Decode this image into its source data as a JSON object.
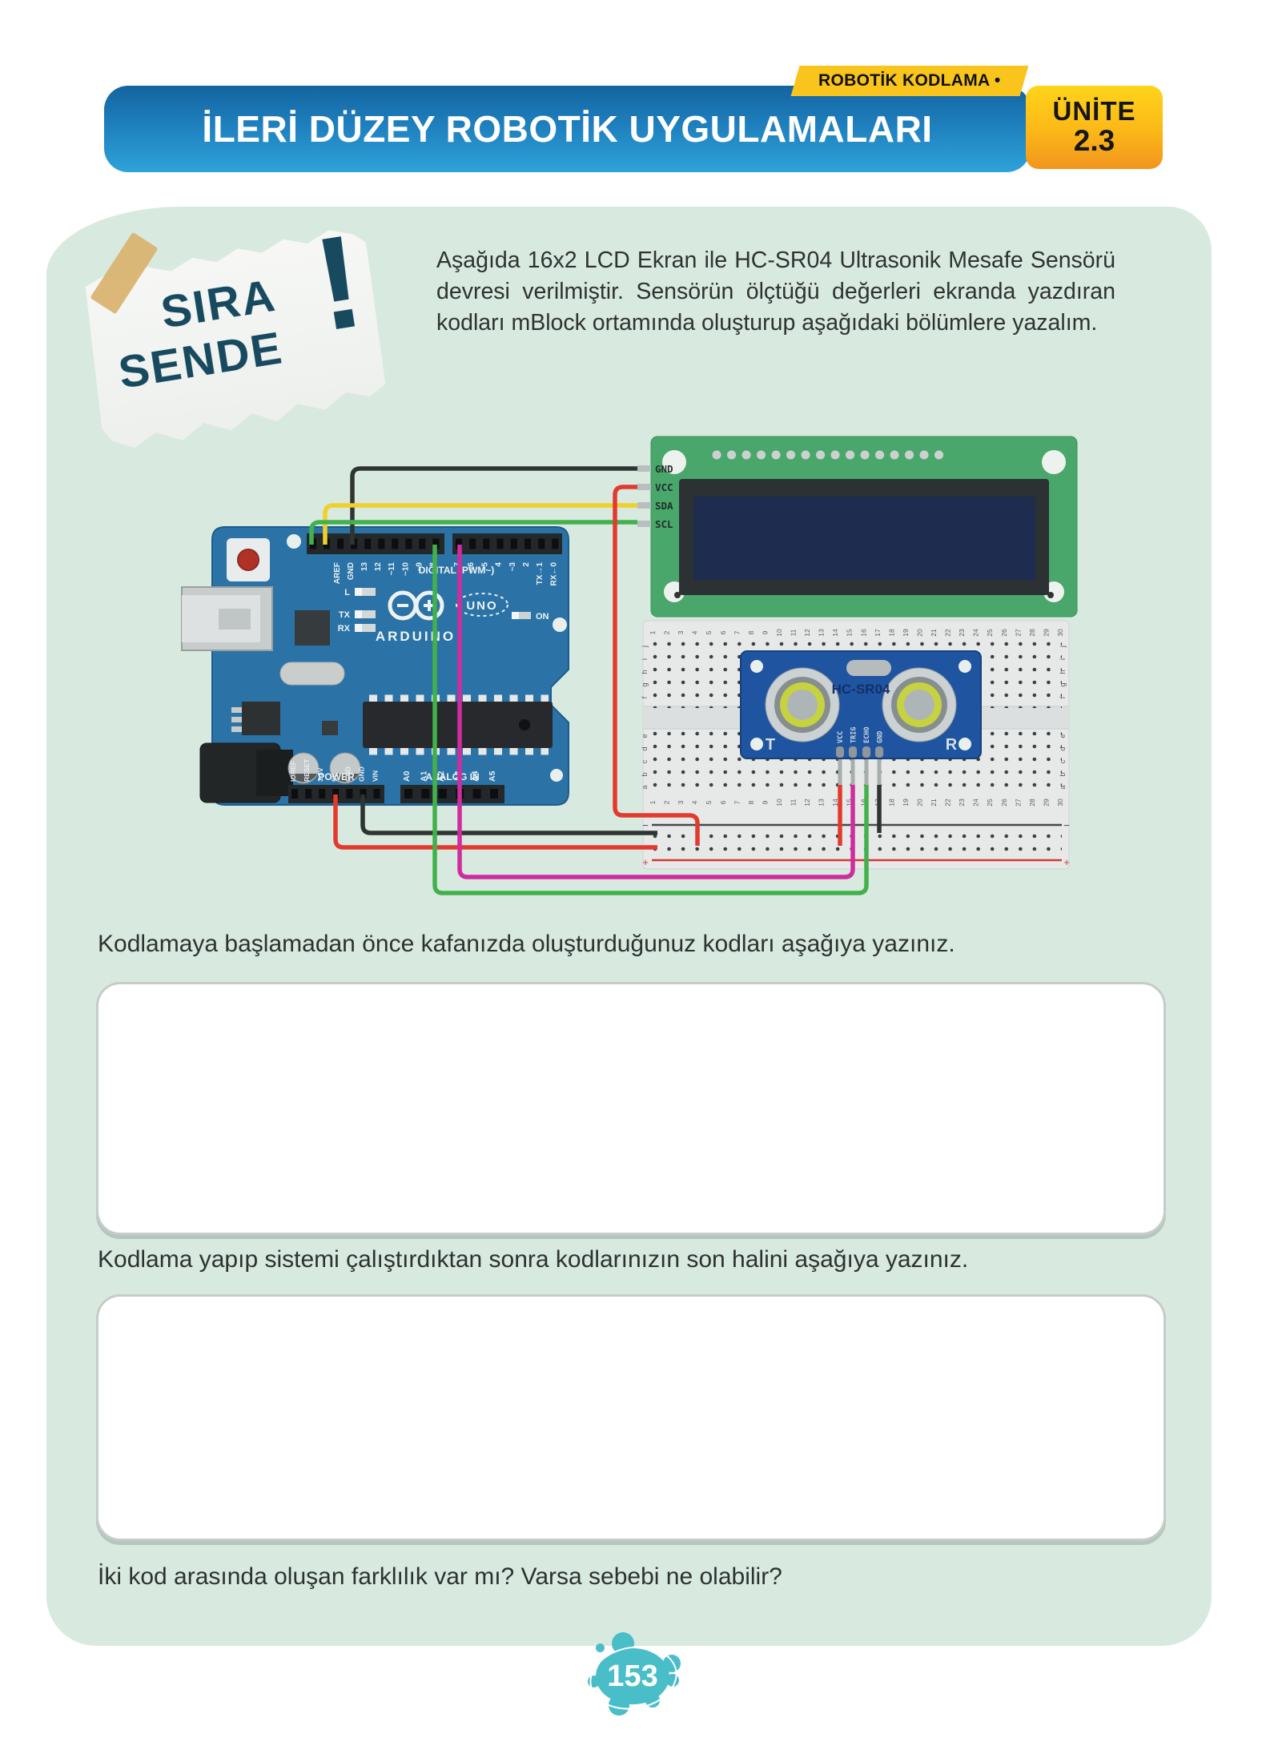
{
  "page": {
    "tag": "ROBOTİK KODLAMA •",
    "title": "İLERİ DÜZEY ROBOTİK UYGULAMALARI",
    "unit_label": "ÜNİTE",
    "unit_number": "2.3",
    "page_number": "153"
  },
  "callout": {
    "line1": "SIRA",
    "line2": "SENDE",
    "mark": "!"
  },
  "intro": "Aşağıda 16x2 LCD Ekran ile HC-SR04 Ultrasonik Mesafe Sensörü devresi verilmiştir. Sensörün ölçtüğü değerleri ekranda yazdıran kodları mBlock ortamında oluşturup aşağıdaki bölümlere yazalım.",
  "prompts": {
    "before": "Kodlamaya başlamadan önce kafanızda oluşturduğunuz kodları aşağıya yazınız.",
    "after": "Kodlama yapıp sistemi çalıştırdıktan sonra kodlarınızın son halini aşağıya yazınız.",
    "question": "İki kod arasında oluşan farklılık var mı? Varsa sebebi ne olabilir?"
  },
  "circuit": {
    "arduino": {
      "brand": "ARDUINO",
      "model": "UNO",
      "on_label": "ON",
      "digital_label": "DIGITAL (PWM~)",
      "power_label": "POWER",
      "analog_label": "ANALOG IN",
      "led_labels": [
        "L",
        "TX",
        "RX"
      ],
      "digital_pins_left": [
        "AREF",
        "GND",
        "13",
        "12",
        "~11",
        "~10",
        "~9",
        "8"
      ],
      "digital_pins_right": [
        "7",
        "~6",
        "~5",
        "4",
        "~3",
        "2",
        "TX→1",
        "RX←0"
      ],
      "power_pins": [
        "IOREF",
        "RESET",
        "3.3V",
        "5V",
        "GND",
        "GND",
        "VIN"
      ],
      "analog_pins": [
        "A0",
        "A1",
        "A2",
        "A3",
        "A4",
        "A5"
      ]
    },
    "lcd": {
      "pins": [
        "GND",
        "VCC",
        "SDA",
        "SCL"
      ]
    },
    "sensor": {
      "label": "HC-SR04",
      "pins": [
        "VCC",
        "TRIG",
        "ECHO",
        "GND"
      ],
      "left_mark": "T",
      "right_mark": "R"
    },
    "breadboard": {
      "letters_top": [
        "j",
        "i",
        "h",
        "g",
        "f"
      ],
      "letters_bottom": [
        "e",
        "d",
        "c",
        "b",
        "a"
      ],
      "columns": 30,
      "minus": "−",
      "plus": "+"
    },
    "colors": {
      "wire_black": "#2e3432",
      "wire_red": "#e23b2e",
      "wire_yellow": "#f0d02a",
      "wire_green": "#43b14b",
      "wire_magenta": "#cf2d9e"
    }
  }
}
